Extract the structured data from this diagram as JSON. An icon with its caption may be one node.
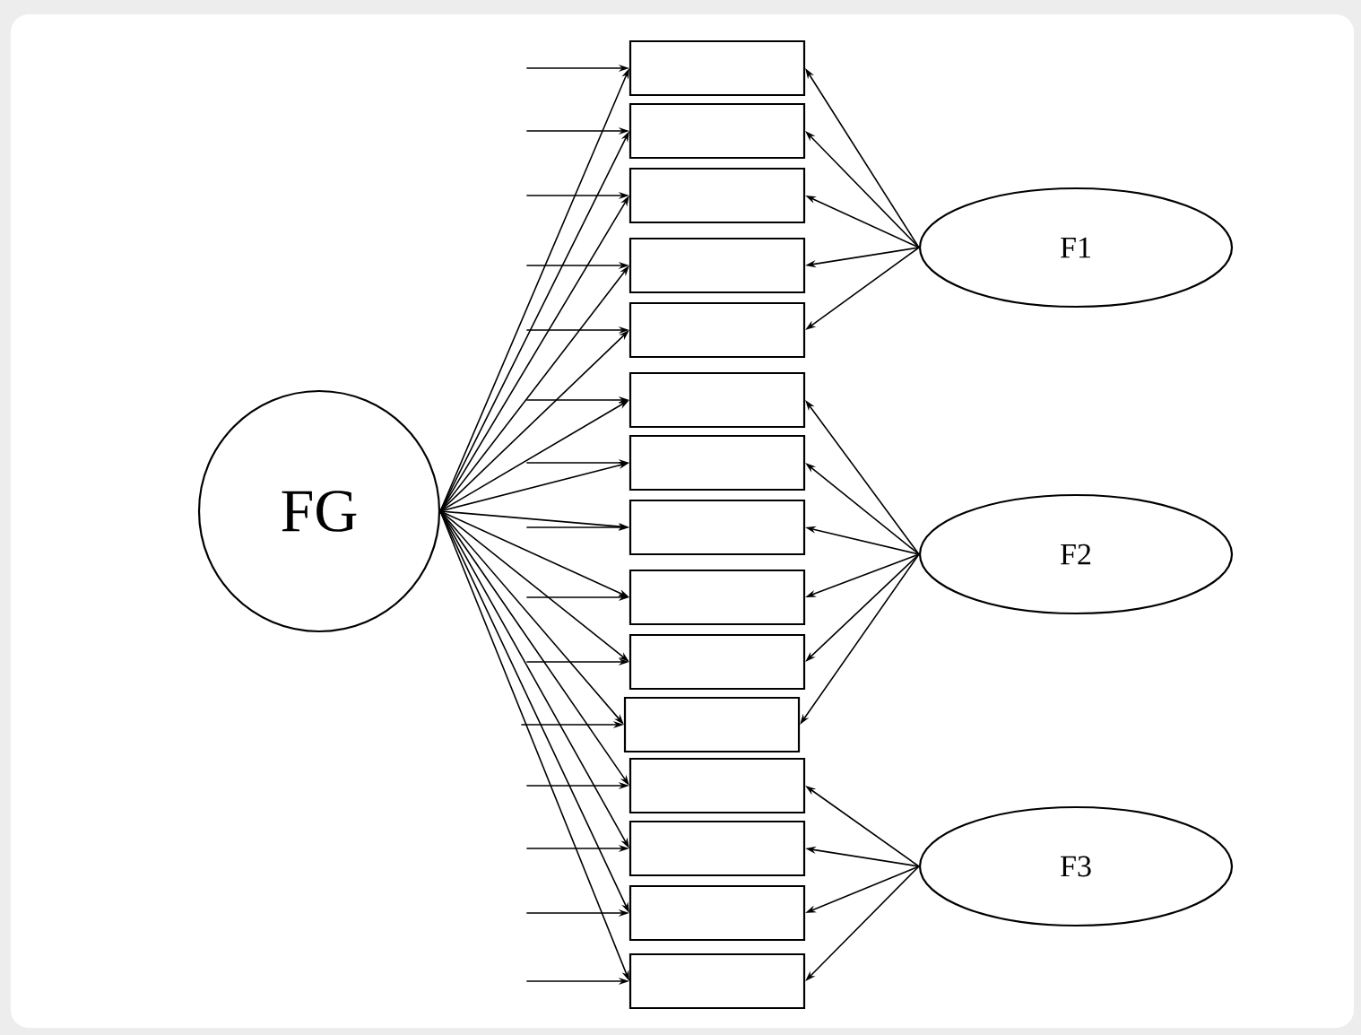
{
  "diagram": {
    "nodes": [
      {
        "text": [
          "FG"
        ]
      },
      {
        "text": [],
        "shape": "box"
      },
      {
        "text": [],
        "shape": "box"
      },
      {
        "text": [],
        "shape": "box"
      },
      {
        "text": [],
        "shape": "box"
      },
      {
        "text": [],
        "shape": "box"
      },
      {
        "text": [],
        "shape": "box"
      },
      {
        "text": [],
        "shape": "box"
      },
      {
        "text": [],
        "shape": "box"
      },
      {
        "text": [],
        "shape": "box"
      },
      {
        "text": [],
        "shape": "box"
      },
      {
        "text": [],
        "shape": "box"
      },
      {
        "text": [],
        "shape": "box"
      },
      {
        "text": [],
        "shape": "box"
      },
      {
        "text": [],
        "shape": "box"
      },
      {
        "text": [],
        "shape": "box"
      },
      {
        "text": [
          "F1"
        ]
      },
      {
        "text": [
          "F2"
        ]
      },
      {
        "text": [
          "F3"
        ]
      }
    ],
    "edges": [
      {
        "from": null,
        "to": 1,
        "arrow": "to"
      },
      {
        "from": null,
        "to": 2,
        "arrow": "to"
      },
      {
        "from": null,
        "to": 3,
        "arrow": "to"
      },
      {
        "from": null,
        "to": 4,
        "arrow": "to"
      },
      {
        "from": null,
        "to": 5,
        "arrow": "to"
      },
      {
        "from": null,
        "to": 6,
        "arrow": "to"
      },
      {
        "from": null,
        "to": 7,
        "arrow": "to"
      },
      {
        "from": null,
        "to": 8,
        "arrow": "to"
      },
      {
        "from": null,
        "to": 9,
        "arrow": "to"
      },
      {
        "from": null,
        "to": 10,
        "arrow": "to"
      },
      {
        "from": null,
        "to": 11,
        "arrow": "to"
      },
      {
        "from": null,
        "to": 12,
        "arrow": "to"
      },
      {
        "from": null,
        "to": 13,
        "arrow": "to"
      },
      {
        "from": null,
        "to": 14,
        "arrow": "to"
      },
      {
        "from": null,
        "to": 15,
        "arrow": "to"
      },
      {
        "from": 0,
        "to": 1,
        "arrow": "to"
      },
      {
        "from": 0,
        "to": 2,
        "arrow": "to"
      },
      {
        "from": 0,
        "to": 3,
        "arrow": "to"
      },
      {
        "from": 0,
        "to": 4,
        "arrow": "to"
      },
      {
        "from": 0,
        "to": 5,
        "arrow": "to"
      },
      {
        "from": 0,
        "to": 6,
        "arrow": "to"
      },
      {
        "from": 0,
        "to": 7,
        "arrow": "to"
      },
      {
        "from": 0,
        "to": 8,
        "arrow": "to"
      },
      {
        "from": 0,
        "to": 9,
        "arrow": "to"
      },
      {
        "from": 0,
        "to": 10,
        "arrow": "to"
      },
      {
        "from": 0,
        "to": 11,
        "arrow": "to"
      },
      {
        "from": 0,
        "to": 12,
        "arrow": "to"
      },
      {
        "from": 0,
        "to": 13,
        "arrow": "to"
      },
      {
        "from": 0,
        "to": 14,
        "arrow": "to"
      },
      {
        "from": 0,
        "to": 15,
        "arrow": "to"
      },
      {
        "from": 16,
        "to": 1,
        "arrow": "to"
      },
      {
        "from": 16,
        "to": 2,
        "arrow": "to"
      },
      {
        "from": 16,
        "to": 3,
        "arrow": "to"
      },
      {
        "from": 16,
        "to": 4,
        "arrow": "to"
      },
      {
        "from": 16,
        "to": 5,
        "arrow": "to"
      },
      {
        "from": 17,
        "to": 6,
        "arrow": "to"
      },
      {
        "from": 17,
        "to": 7,
        "arrow": "to"
      },
      {
        "from": 17,
        "to": 8,
        "arrow": "to"
      },
      {
        "from": 17,
        "to": 9,
        "arrow": "to"
      },
      {
        "from": 17,
        "to": 10,
        "arrow": "to"
      },
      {
        "from": 17,
        "to": 11,
        "arrow": "to"
      },
      {
        "from": 18,
        "to": 12,
        "arrow": "to"
      },
      {
        "from": 18,
        "to": 13,
        "arrow": "to"
      },
      {
        "from": 18,
        "to": 14,
        "arrow": "to"
      },
      {
        "from": 18,
        "to": 15,
        "arrow": "to"
      }
    ]
  }
}
